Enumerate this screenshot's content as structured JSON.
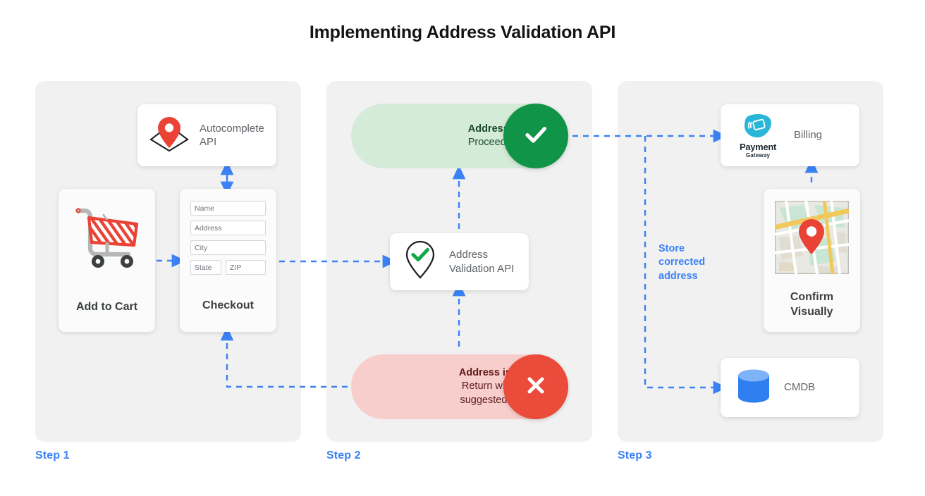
{
  "page": {
    "title": "Implementing Address Validation API",
    "background_color": "#ffffff",
    "accent_color": "#3b82f6",
    "panel_color": "#f1f1f1"
  },
  "steps": [
    {
      "label": "Step 1"
    },
    {
      "label": "Step 2"
    },
    {
      "label": "Step 3"
    }
  ],
  "step1": {
    "autocomplete_card": {
      "label_line1": "Autocomplete",
      "label_line2": "API",
      "icon": "map-pin-on-diamond-icon"
    },
    "cart_card": {
      "label": "Add to Cart",
      "icon": "shopping-cart-icon"
    },
    "checkout_card": {
      "label": "Checkout",
      "fields": [
        {
          "name": "name-field",
          "placeholder": "Name"
        },
        {
          "name": "address-field",
          "placeholder": "Address"
        },
        {
          "name": "city-field",
          "placeholder": "City"
        },
        {
          "name": "state-field",
          "placeholder": "State"
        },
        {
          "name": "zip-field",
          "placeholder": "ZIP"
        }
      ]
    }
  },
  "step2": {
    "valid_pill": {
      "line1": "Address is valid.",
      "line2": "Proceed to billing.",
      "badge_icon": "check-icon",
      "badge_color": "#109548",
      "background_color": "#d3ebd7",
      "text_color": "#1a4a2a"
    },
    "invalid_pill": {
      "line1": "Address is invalid.",
      "line2": "Return with Google",
      "line3": "suggested address.",
      "badge_icon": "cross-icon",
      "badge_color": "#ea4b3b",
      "background_color": "#f8cecc",
      "text_color": "#5d1a1a"
    },
    "validation_card": {
      "label_line1": "Address",
      "label_line2": "Validation API",
      "icon": "map-pin-check-icon"
    }
  },
  "step3": {
    "billing_card": {
      "label": "Billing",
      "logo_name": "Payment",
      "logo_sub": "Gateway",
      "icon": "payment-gateway-logo-icon"
    },
    "confirm_card": {
      "label_line1": "Confirm",
      "label_line2": "Visually",
      "icon": "map-thumbnail-icon"
    },
    "cmdb_card": {
      "label": "CMDB",
      "icon": "database-cylinder-icon"
    },
    "store_note": {
      "line1": "Store",
      "line2": "corrected",
      "line3": "address"
    }
  }
}
